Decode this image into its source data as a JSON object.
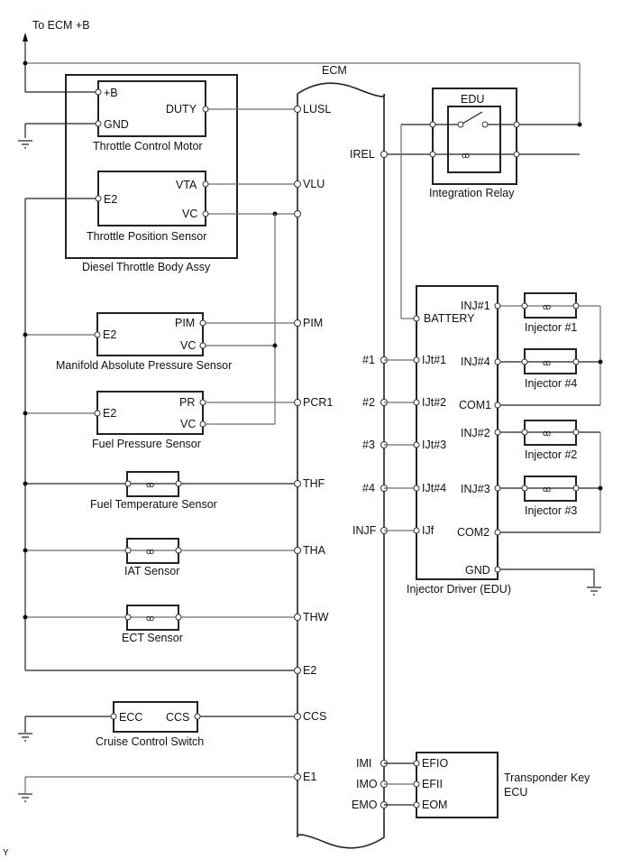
{
  "labels": {
    "to_ecm": "To ECM +B",
    "ecm": "ECM",
    "footer": "Y"
  },
  "components": {
    "throttle_body": "Diesel Throttle Body Assy",
    "throttle_motor": {
      "name": "Throttle Control Motor",
      "pins": [
        "+B",
        "GND",
        "DUTY"
      ]
    },
    "tps": {
      "name": "Throttle Position Sensor",
      "pins": [
        "E2",
        "VTA",
        "VC"
      ]
    },
    "map": {
      "name": "Manifold Absolute Pressure Sensor",
      "pins": [
        "E2",
        "PIM",
        "VC"
      ]
    },
    "fps": {
      "name": "Fuel Pressure Sensor",
      "pins": [
        "E2",
        "PR",
        "VC"
      ]
    },
    "fts": {
      "name": "Fuel Temperature Sensor"
    },
    "iat": {
      "name": "IAT Sensor"
    },
    "ect": {
      "name": "ECT Sensor"
    },
    "ccs": {
      "name": "Cruise Control Switch",
      "pins": [
        "ECC",
        "CCS"
      ]
    },
    "relay": {
      "name": "Integration Relay",
      "inner": "EDU"
    },
    "edu": {
      "name": "Injector Driver (EDU)",
      "left_pins": [
        "BATTERY",
        "IJt#1",
        "IJt#2",
        "IJt#3",
        "IJt#4",
        "IJf"
      ],
      "right_pins": [
        "INJ#1",
        "INJ#4",
        "COM1",
        "INJ#2",
        "INJ#3",
        "COM2",
        "GND"
      ]
    },
    "injectors": [
      "Injector #1",
      "Injector #4",
      "Injector #2",
      "Injector #3"
    ],
    "tkecu": {
      "name_line1": "Transponder Key",
      "name_line2": "ECU",
      "pins": [
        "EFIO",
        "EFII",
        "EOM"
      ]
    }
  },
  "ecm_left_pins": [
    "LUSL",
    "VLU",
    "PIM",
    "PCR1",
    "THF",
    "THA",
    "THW",
    "E2",
    "CCS",
    "E1"
  ],
  "ecm_right_pins": [
    "IREL",
    "#1",
    "#2",
    "#3",
    "#4",
    "INJF",
    "IMI",
    "IMO",
    "EMO"
  ]
}
